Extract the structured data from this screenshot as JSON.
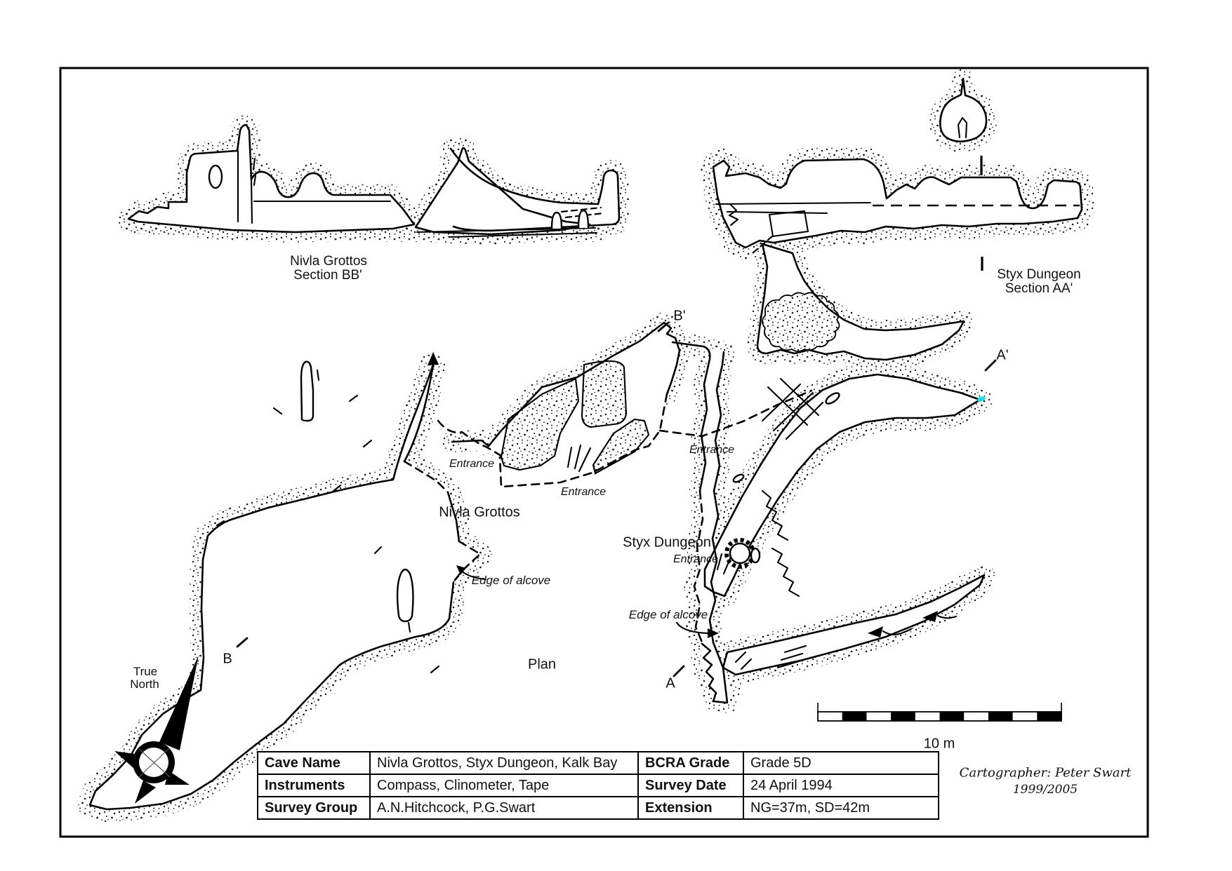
{
  "sections": {
    "bb": {
      "line1": "Nivla Grottos",
      "line2": "Section BB'"
    },
    "aa": {
      "line1": "Styx Dungeon",
      "line2": "Section AA'"
    }
  },
  "plan": {
    "title": "Plan",
    "nivla_label": "Nivla Grottos",
    "styx_label": "Styx Dungeon",
    "entrance_labels": [
      "Entrance",
      "Entrance",
      "Entrance",
      "Entrance"
    ],
    "edge_of_alcove_labels": [
      "Edge of alcove",
      "Edge of alcove"
    ]
  },
  "markers": {
    "b": "B",
    "b_prime": "B'",
    "a": "A",
    "a_prime": "A'"
  },
  "compass": {
    "line1": "True",
    "line2": "North"
  },
  "scale_bar": {
    "label": "10 m",
    "segments": 10,
    "length_m": 10
  },
  "title_block": {
    "rows": [
      [
        "Cave Name",
        "Nivla Grottos, Styx Dungeon, Kalk Bay",
        "BCRA Grade",
        "Grade 5D"
      ],
      [
        "Instruments",
        "Compass, Clinometer, Tape",
        "Survey Date",
        "24 April 1994"
      ],
      [
        "Survey Group",
        "A.N.Hitchcock, P.G.Swart",
        "Extension",
        "NG=37m, SD=42m"
      ]
    ]
  },
  "credit": {
    "line1": "Cartographer: Peter Swart",
    "line2": "1999/2005"
  },
  "colors": {
    "ink": "#000000",
    "paper": "#ffffff",
    "survey_station_mark": "#1fe0e0"
  }
}
